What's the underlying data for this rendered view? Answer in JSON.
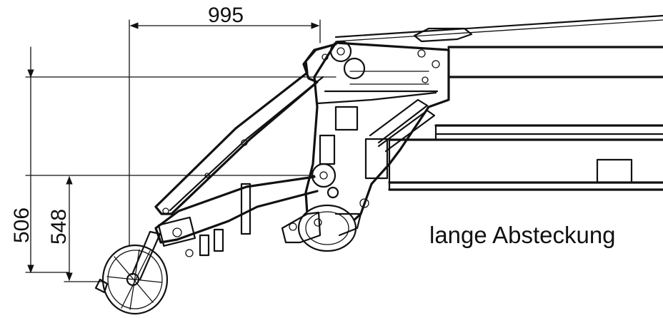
{
  "dimensions": {
    "horizontal_top": "995",
    "vertical_left": "506",
    "vertical_inner": "548"
  },
  "label": "lange Absteckung"
}
